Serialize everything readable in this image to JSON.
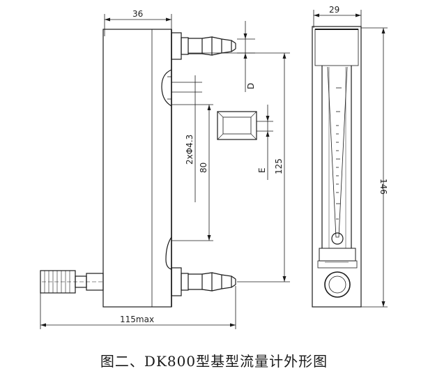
{
  "drawing": {
    "dimensions": {
      "width_side": "36",
      "width_front": "29",
      "height_front": "146",
      "hole_spacing": "125",
      "scale_length": "80",
      "holes": "2xΦ4.3",
      "overall_max": "115max",
      "label_d": "D",
      "label_e": "E"
    }
  },
  "caption": "图二、DK800型基型流量计外形图",
  "colors": {
    "line": "#1a1a1a",
    "background": "#ffffff"
  }
}
